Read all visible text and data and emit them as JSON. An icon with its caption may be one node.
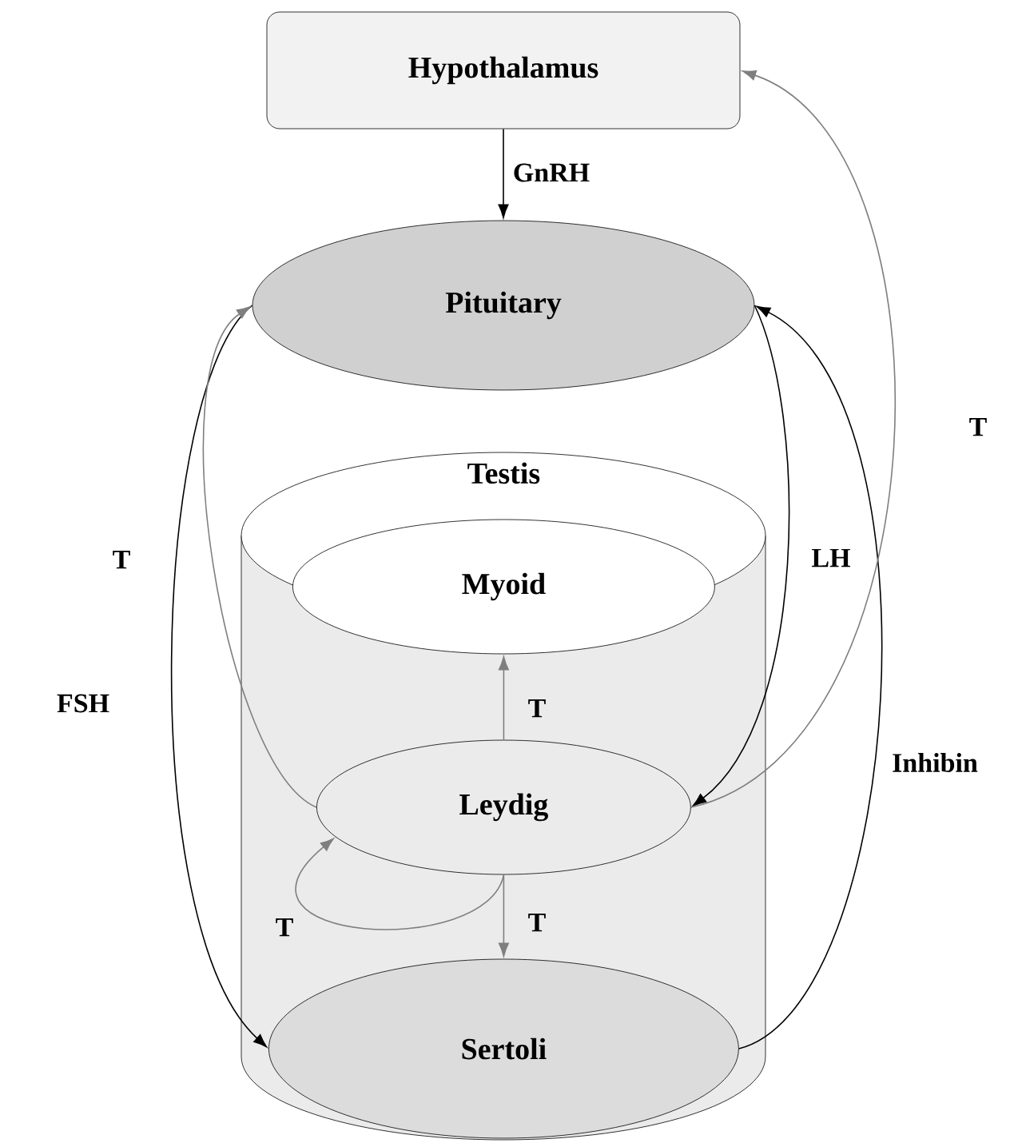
{
  "diagram": {
    "nodes": [
      {
        "text": [
          "Hypothalamus"
        ]
      },
      {
        "text": [
          "Pituitary"
        ]
      },
      {
        "text": [
          "Testis"
        ]
      },
      {
        "text": [
          "Myoid"
        ],
        "in": 2
      },
      {
        "text": [
          "Leydig"
        ],
        "in": 2
      },
      {
        "text": [
          "Sertoli"
        ],
        "in": 2
      }
    ],
    "edges": [
      {
        "from": 0,
        "to": 1,
        "arrow": "to",
        "label": "GnRH",
        "color": "#000000"
      },
      {
        "from": 1,
        "to": 5,
        "arrow": "to",
        "label": "FSH",
        "color": "#000000"
      },
      {
        "from": 4,
        "to": 1,
        "arrow": "to",
        "label": "T",
        "color": "#7f7f7f"
      },
      {
        "from": 1,
        "to": 4,
        "arrow": "to",
        "label": "LH",
        "color": "#000000"
      },
      {
        "from": 5,
        "to": 1,
        "arrow": "to",
        "label": "Inhibin",
        "color": "#000000"
      },
      {
        "from": 4,
        "to": 0,
        "arrow": "to",
        "label": "T",
        "color": "#7f7f7f"
      },
      {
        "from": 4,
        "to": 3,
        "arrow": "to",
        "label": "T",
        "color": "#7f7f7f"
      },
      {
        "from": 4,
        "to": 5,
        "arrow": "to",
        "label": "T",
        "color": "#7f7f7f"
      },
      {
        "from": 4,
        "to": 4,
        "arrow": "to",
        "label": "T",
        "color": "#7f7f7f"
      }
    ]
  }
}
